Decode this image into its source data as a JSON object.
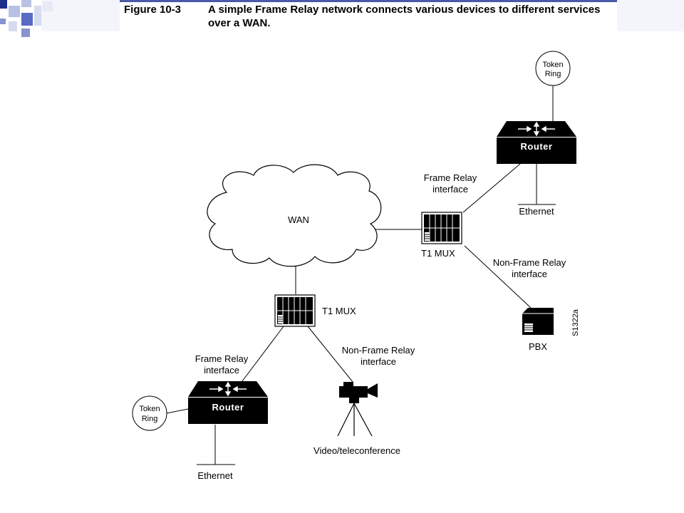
{
  "header": {
    "figure_label": "Figure 10-3",
    "caption": "A simple Frame Relay network connects various devices to different services over a WAN."
  },
  "diagram": {
    "wan": "WAN",
    "top": {
      "token_ring": [
        "Token",
        "Ring"
      ],
      "router": "Router",
      "ethernet": "Ethernet",
      "frame_relay_interface": [
        "Frame Relay",
        "interface"
      ],
      "t1_mux": "T1 MUX",
      "non_frame_relay_interface": [
        "Non-Frame Relay",
        "interface"
      ],
      "pbx": "PBX"
    },
    "bottom": {
      "t1_mux": "T1 MUX",
      "frame_relay_interface": [
        "Frame Relay",
        "interface"
      ],
      "non_frame_relay_interface": [
        "Non-Frame Relay",
        "interface"
      ],
      "token_ring": [
        "Token",
        "Ring"
      ],
      "router": "Router",
      "ethernet": "Ethernet",
      "video": "Video/teleconference"
    },
    "figure_id": "S1322a"
  },
  "colors": {
    "accent_dark": "#1f2f8c",
    "accent_mid": "#5a6bc4",
    "accent_light": "#b8c0e4"
  }
}
